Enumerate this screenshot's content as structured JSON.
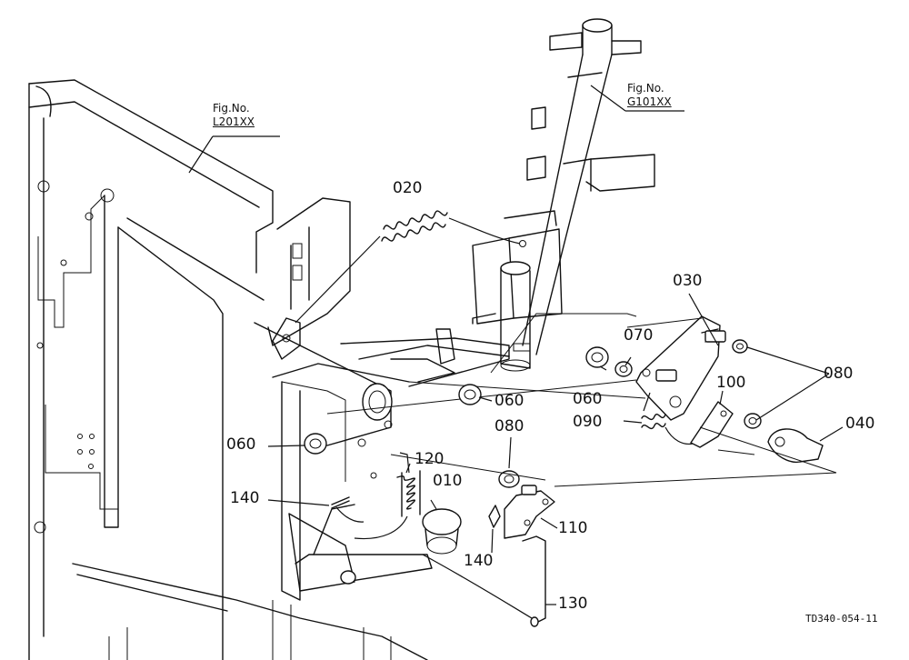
{
  "figure_refs": [
    {
      "title": "Fig.No.",
      "code": "L201XX"
    },
    {
      "title": "Fig.No.",
      "code": "G101XX"
    }
  ],
  "part_numbers": {
    "p010": "010",
    "p020": "020",
    "p030": "030",
    "p040": "040",
    "p060a": "060",
    "p060b": "060",
    "p060c": "060",
    "p070": "070",
    "p080a": "080",
    "p080b": "080",
    "p090": "090",
    "p100": "100",
    "p110": "110",
    "p120": "120",
    "p130": "130",
    "p140a": "140",
    "p140b": "140"
  },
  "drawing_code": "TD340-054-11"
}
